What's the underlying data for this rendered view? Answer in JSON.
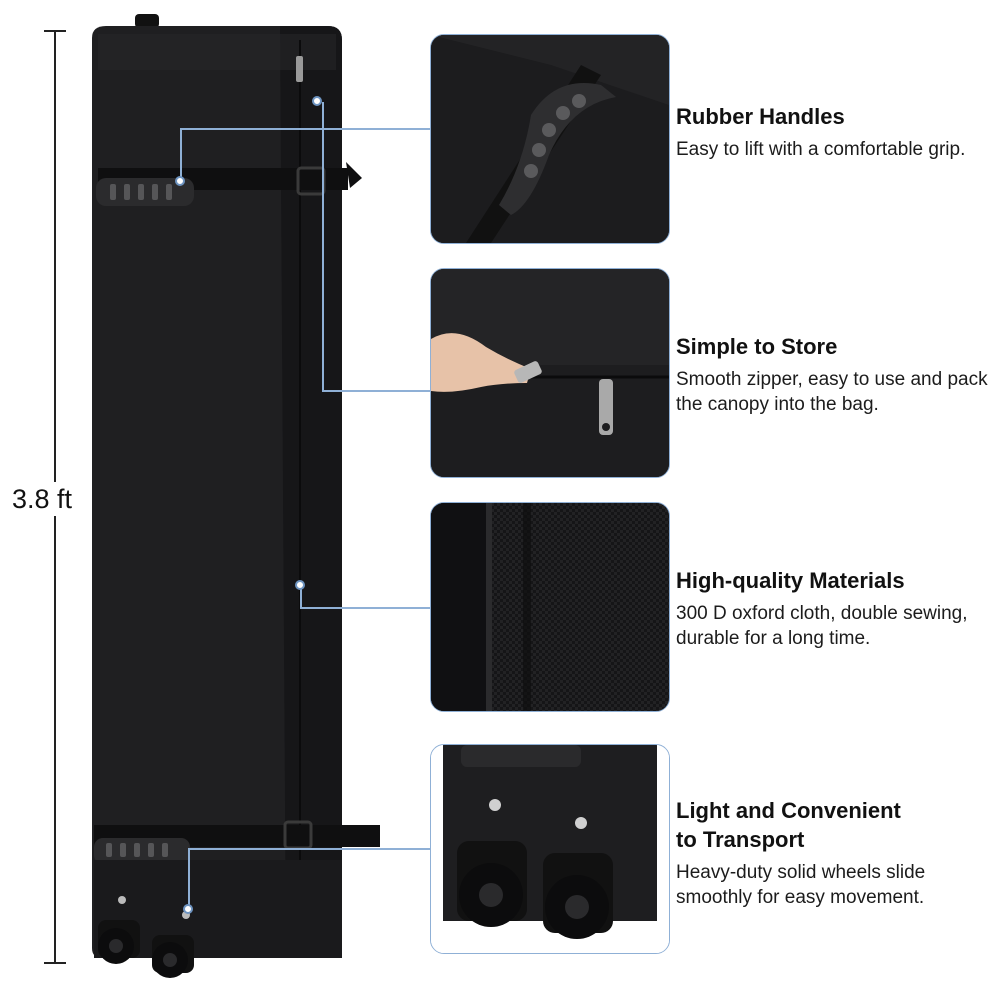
{
  "height_label": "3.8 ft",
  "features": [
    {
      "title": "Rubber Handles",
      "desc": "Easy to lift with a comfortable grip."
    },
    {
      "title": "Simple to Store",
      "desc": "Smooth zipper, easy to use and pack the canopy into the bag."
    },
    {
      "title": "High-quality Materials",
      "desc": "300 D oxford cloth, double sewing, durable for a long time."
    },
    {
      "title": "Light and Convenient to Transport",
      "desc": "Heavy-duty solid wheels slide smoothly for easy movement."
    }
  ],
  "colors": {
    "bag": "#1e1e20",
    "accent_line": "#8fb0d6",
    "background": "#ffffff"
  }
}
